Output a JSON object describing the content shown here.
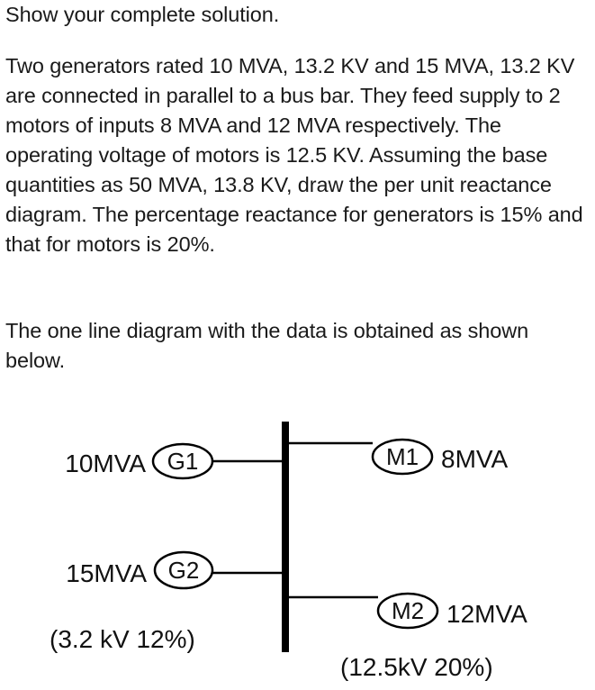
{
  "heading": "Show your complete solution.",
  "problem": "Two generators rated 10 MVA, 13.2 KV and 15 MVA, 13.2 KV are connected in parallel to a bus bar. They feed supply to 2 motors of inputs 8 MVA and 12 MVA respectively. The operating voltage of motors is 12.5 KV. Assuming the base quantities as 50 MVA, 13.8 KV, draw the per unit reactance diagram. The percentage reactance for generators is 15% and that for motors is 20%.",
  "intro": "The one line diagram with the data is obtained as shown below.",
  "diagram": {
    "g1": {
      "label": "G1",
      "rating": "10MVA"
    },
    "g2": {
      "label": "G2",
      "rating": "15MVA",
      "note": "(3.2 kV 12%)"
    },
    "m1": {
      "label": "M1",
      "rating": "8MVA"
    },
    "m2": {
      "label": "M2",
      "rating": "12MVA",
      "note": "(12.5kV 20%)"
    }
  }
}
